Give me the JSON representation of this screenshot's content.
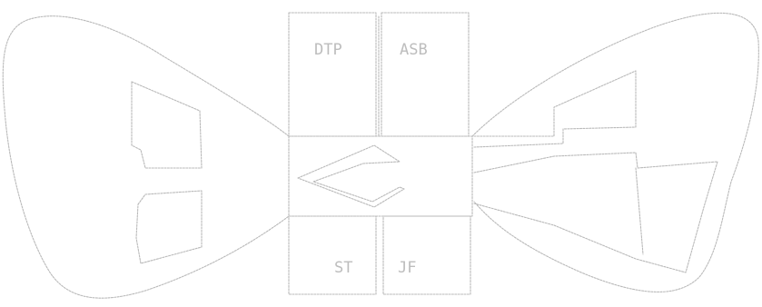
{
  "drawing": {
    "stroke_color": "#b9b9b9",
    "background_color": "#ffffff",
    "labels": {
      "top_left": "DTP",
      "top_right": "ASB",
      "bottom_left": "ST",
      "bottom_right": "JF"
    }
  }
}
